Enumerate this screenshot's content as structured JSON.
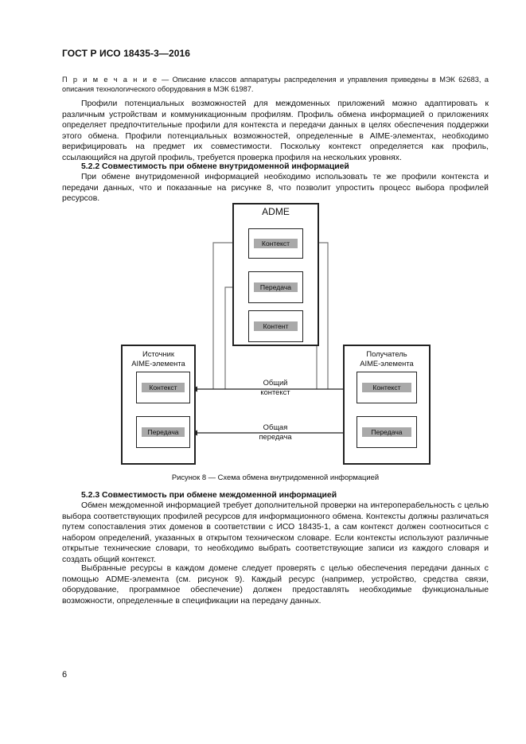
{
  "header": "ГОСТ Р ИСО 18435-3—2016",
  "note_label": "П р и м е ч а н и е",
  "note_text": " — Описание классов аппаратуры распределения и управления приведены в МЭК 62683, а описания технологического оборудования в МЭК 61987.",
  "para1": "Профили потенциальных возможностей для междоменных приложений можно адаптировать к различным устройствам и коммуникационным профилям. Профиль обмена информацией о приложениях определяет предпочтительные профили для контекста и передачи данных в целях обеспечения поддержки этого обмена. Профили потенциальных возможностей, определенные в AIME-элементах, необходимо верифицировать на предмет их совместимости. Поскольку контекст определяется как профиль, ссылающийся на другой профиль, требуется проверка профиля на нескольких уровнях.",
  "h522": "5.2.2 Совместимость при обмене внутридоменной информацией",
  "para2": "При обмене внутридоменной информацией необходимо использовать те же профили контекста и передачи данных, что и показанные на рисунке 8, что позволит упростить процесс выбора профилей ресурсов.",
  "diagram": {
    "adme_title": "ADME",
    "adme_context": "Контекст",
    "adme_transfer": "Передача",
    "adme_content": "Контент",
    "source_title": "Источник\nAIME-элемента",
    "source_context": "Контекст",
    "source_transfer": "Передача",
    "target_title": "Получатель\nAIME-элемента",
    "target_context": "Контекст",
    "target_transfer": "Передача",
    "common_context": "Общий\nконтекст",
    "common_transfer": "Общая\nпередача"
  },
  "caption": "Рисунок 8 — Схема обмена внутридоменной информацией",
  "h523": "5.2.3 Совместимость при обмене междоменной информацией",
  "para3": "Обмен междоменной информацией требует дополнительной проверки на интероперабельность с целью выбора соответствующих профилей ресурсов для информационного обмена. Контексты должны различаться путем сопоставления этих доменов в соответствии с ИСО 18435-1, а сам контекст должен соотноситься с набором определений, указанных в открытом техническом словаре. Если контексты используют различные открытые технические словари, то необходимо выбрать соответствующие записи из каждого словаря и создать общий контекст.",
  "para4": "Выбранные ресурсы в каждом домене следует проверять с целью обеспечения передачи данных с помощью ADME-элемента (см. рисунок 9). Каждый ресурс (например, устройство, средства связи, оборудование, программное обеспечение) должен предоставлять необходимые функциональные возможности, определенные в спецификации на передачу данных.",
  "page_number": "6"
}
